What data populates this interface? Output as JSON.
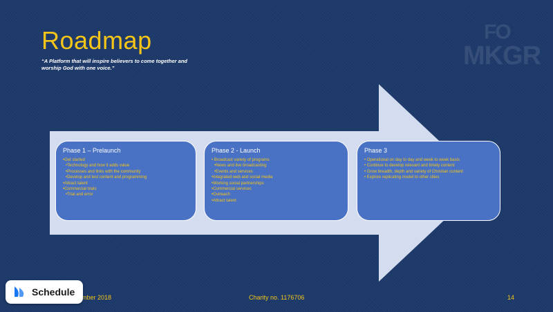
{
  "slide": {
    "title": "Roadmap",
    "quote": "“A Platform that will inspire believers to come together and worship God with one voice.”",
    "logo_top": "FO",
    "logo_bottom": "MKGR"
  },
  "phases": [
    {
      "title": "Phase 1 – Prelaunch",
      "items": [
        {
          "text": "•Get started",
          "sub": false
        },
        {
          "text": "•Technology and how it adds value",
          "sub": true
        },
        {
          "text": "•Processes and links with the community",
          "sub": true
        },
        {
          "text": "•Develop and test content and programming",
          "sub": true
        },
        {
          "text": "•Attract talent",
          "sub": false
        },
        {
          "text": "•Commercial trials",
          "sub": false
        },
        {
          "text": "•Trial and error",
          "sub": true
        }
      ]
    },
    {
      "title": "Phase 2 -  Launch",
      "items": [
        {
          "text": "• Broadcast variety of programs",
          "sub": false
        },
        {
          "text": "•News and live broadcasting",
          "sub": true
        },
        {
          "text": "•Events and services",
          "sub": true
        },
        {
          "text": "•Integrated web and social media",
          "sub": false
        },
        {
          "text": "•Working social partnerships",
          "sub": false
        },
        {
          "text": "•Commercial services",
          "sub": false
        },
        {
          "text": "•Outreach",
          "sub": false
        },
        {
          "text": "•Attract talent",
          "sub": false
        }
      ]
    },
    {
      "title": "Phase 3",
      "items": [
        {
          "text": "• Operational on day to day and week to week basis",
          "sub": false
        },
        {
          "text": "• Continue to develop relevant and timely content",
          "sub": false
        },
        {
          "text": "• Grow breadth, depth and variety of Christian content",
          "sub": false
        },
        {
          "text": "• Explore replicating model to other cities",
          "sub": false
        }
      ]
    }
  ],
  "footer": {
    "date": "mber 2018",
    "charity": "Charity no. 1176706",
    "page_number": "14"
  },
  "schedule_button": {
    "label": "Schedule",
    "icon": "sail-icon"
  },
  "colors": {
    "background": "#1d3a6b",
    "accent": "#f5c518",
    "phase_box": "#4a72c4",
    "arrow": "#d4dcf0"
  }
}
